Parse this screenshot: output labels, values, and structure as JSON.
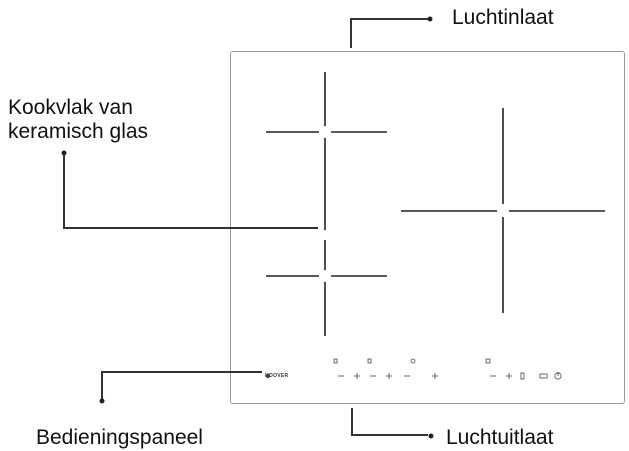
{
  "labels": {
    "air_inlet": "Luchtinlaat",
    "glass_line1": "Kookvlak van",
    "glass_line2": "keramisch  glas",
    "control_panel": "Bedieningspaneel",
    "air_outlet": "Luchtuitlaat"
  },
  "brand": "HOOVER",
  "colors": {
    "leader": "#333333",
    "marks": "#222222",
    "border": "#9a9a9a"
  }
}
